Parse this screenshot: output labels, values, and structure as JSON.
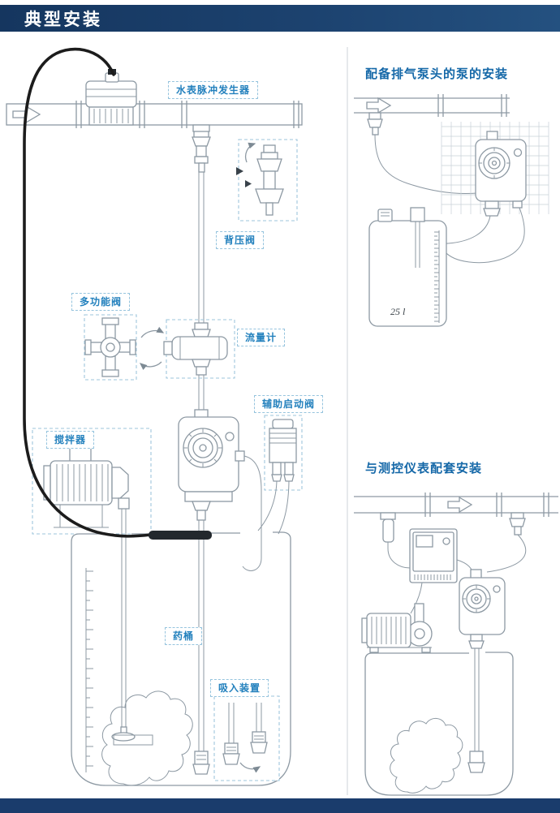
{
  "header": {
    "title": "典型安装"
  },
  "main_diagram": {
    "labels": {
      "water_meter_pulse_generator": "水表脉冲发生器",
      "back_pressure_valve": "背压阀",
      "multifunction_valve": "多功能阀",
      "flow_meter": "流量计",
      "auxiliary_start_valve": "辅助启动阀",
      "agitator": "搅拌器",
      "chemical_tank": "药桶",
      "suction_device": "吸入装置"
    }
  },
  "right_sections": {
    "degassing_pump": {
      "title": "配备排气泵头的泵的安装",
      "tank_capacity_label": "25 l"
    },
    "instrument_pairing": {
      "title": "与测控仪表配套安装"
    }
  },
  "colors": {
    "header_bar": "#1a3c6c",
    "footer_bar": "#1a3c6c",
    "label_text": "#2280bd",
    "label_border": "#96c4de",
    "section_heading": "#1568a8",
    "line_art": "#8d99a3",
    "cable": "#1c1c1c"
  }
}
